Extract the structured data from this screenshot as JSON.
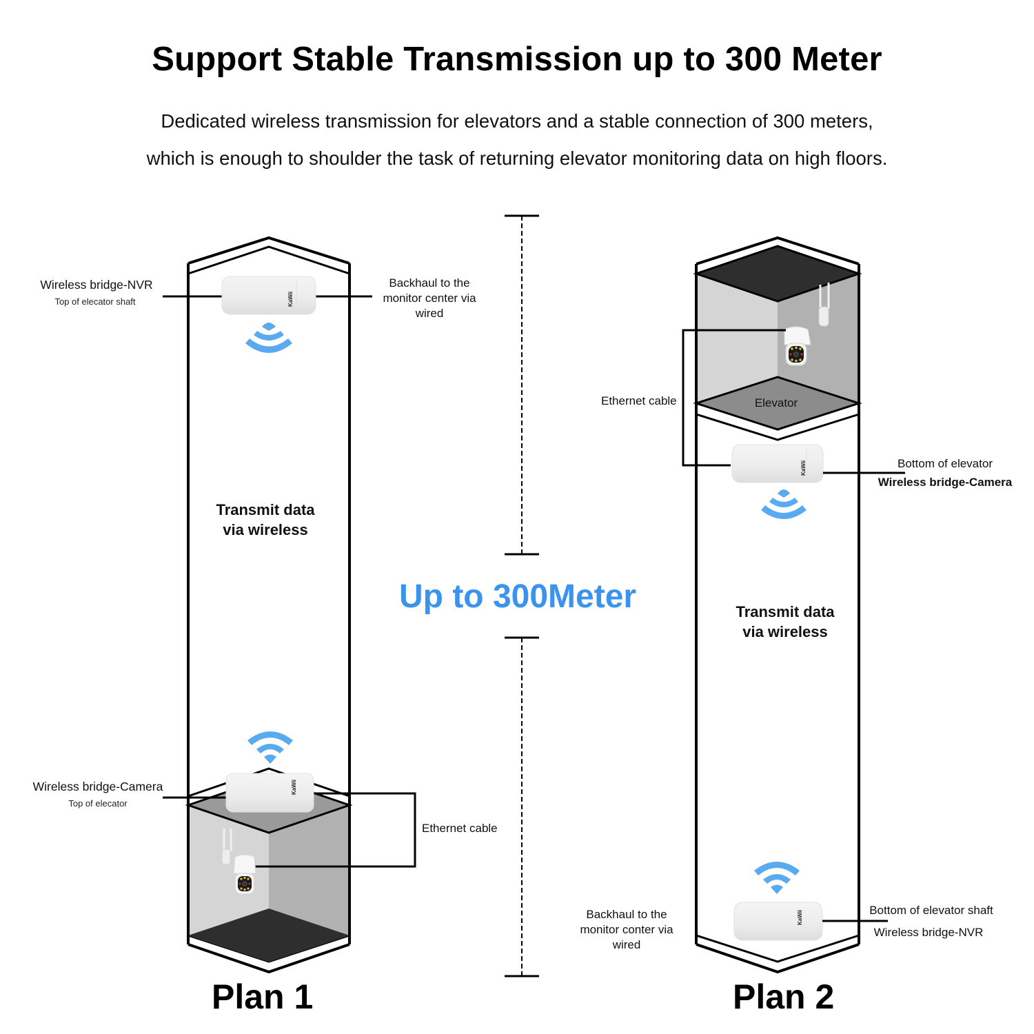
{
  "header": {
    "title": "Support Stable Transmission up to 300 Meter",
    "subtitle_line1": "Dedicated wireless transmission for elevators and a stable connection of 300 meters,",
    "subtitle_line2": "which is enough to shoulder the task of returning elevator monitoring data on high floors."
  },
  "colors": {
    "accent_blue": "#3a93ec",
    "wifi_blue": "#5aaaf0",
    "shaft_line": "#000000",
    "wall_light": "#d4d4d4",
    "wall_dark": "#b3b3b3",
    "floor_dark": "#2e2e2e",
    "elevator_floor": "#8c8c8c"
  },
  "center": {
    "distance_label": "Up to 300Meter",
    "icons": [
      "dimension-line-top",
      "dimension-line-bottom"
    ]
  },
  "plan1": {
    "label": "Plan 1",
    "nvr_title": "Wireless bridge-NVR",
    "nvr_subtitle": "Top of elecator shaft",
    "backhaul_line1": "Backhaul to the",
    "backhaul_line2": "monitor center via",
    "backhaul_line3": "wired",
    "transmit_line1": "Transmit data",
    "transmit_line2": "via wireless",
    "camera_bridge_title": "Wireless bridge-Camera",
    "camera_bridge_subtitle": "Top of elecator",
    "ethernet_label": "Ethernet cable",
    "brand_mark": "KaWii",
    "icons": [
      "wireless-bridge-icon",
      "wifi-signal-icon",
      "ptz-camera-icon"
    ]
  },
  "plan2": {
    "label": "Plan 2",
    "ethernet_label": "Ethernet cable",
    "elevator_label": "Elevator",
    "camera_bridge_caption": "Bottom of elevator",
    "camera_bridge_title": "Wireless bridge-Camera",
    "transmit_line1": "Transmit data",
    "transmit_line2": "via wireless",
    "backhaul_line1": "Backhaul to the",
    "backhaul_line2": "monitor conter via",
    "backhaul_line3": "wired",
    "nvr_caption": "Bottom of elevator shaft",
    "nvr_title": "Wireless bridge-NVR",
    "brand_mark": "KaWii",
    "icons": [
      "wireless-bridge-icon",
      "wifi-signal-icon",
      "ptz-camera-icon"
    ]
  }
}
